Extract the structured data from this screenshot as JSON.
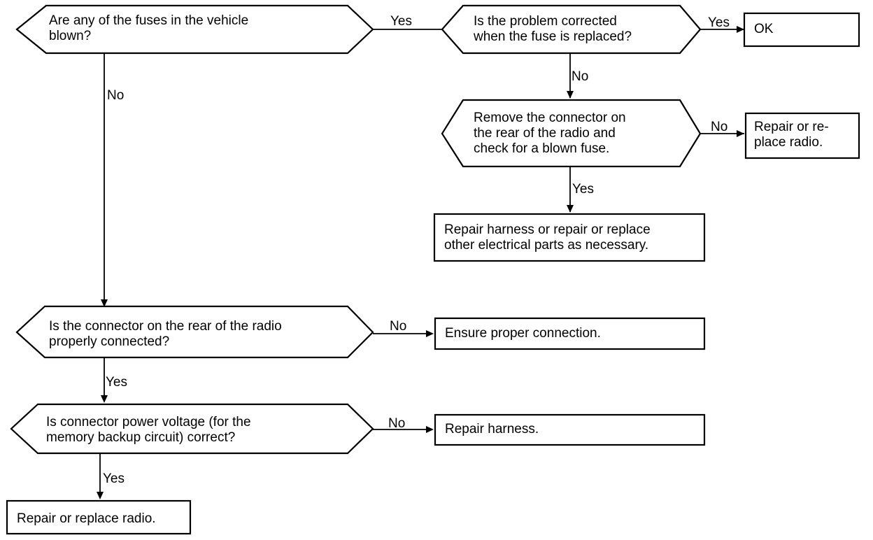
{
  "questions": {
    "q1": "Are any of the fuses in the vehicle\nblown?",
    "q2": "Is the problem corrected\nwhen the fuse is replaced?",
    "q3": "Remove the connector on\nthe rear of the radio and\ncheck for a blown fuse.",
    "q4": "Is the connector on the rear of the radio\nproperly connected?",
    "q5": "Is connector power voltage (for the\nmemory backup circuit) correct?"
  },
  "actions": {
    "ok": "OK",
    "repair_replace_radio_top": "Repair or re-\nplace radio.",
    "repair_harness_other": "Repair harness or repair or replace\nother electrical parts as necessary.",
    "ensure_connection": "Ensure proper connection.",
    "repair_harness": "Repair harness.",
    "repair_replace_radio_bottom": "Repair or replace radio."
  },
  "edges": {
    "q1_yes": "Yes",
    "q1_no": "No",
    "q2_yes": "Yes",
    "q2_no": "No",
    "q3_no": "No",
    "q3_yes": "Yes",
    "q4_no": "No",
    "q4_yes": "Yes",
    "q5_no": "No",
    "q5_yes": "Yes"
  }
}
